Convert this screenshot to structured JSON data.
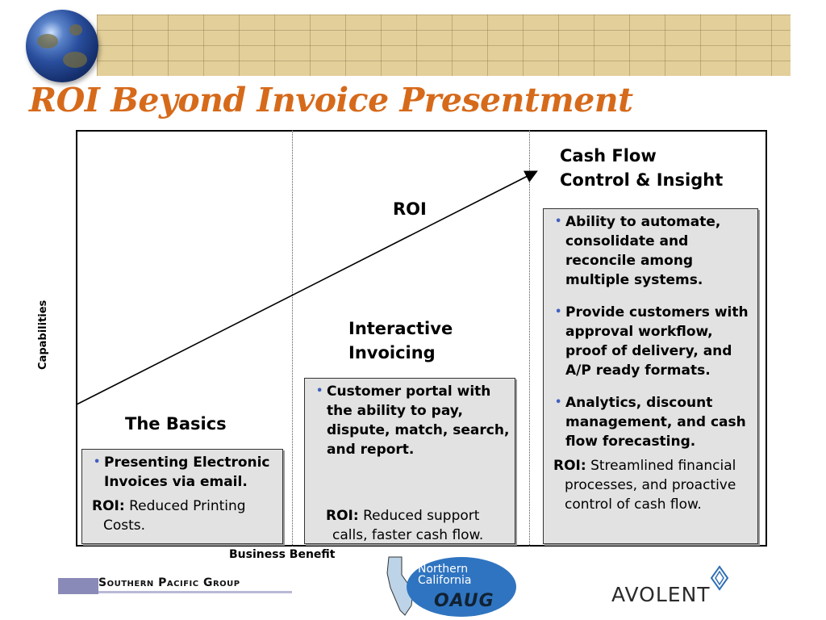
{
  "slide": {
    "title": "ROI Beyond Invoice Presentment"
  },
  "diagram": {
    "arrow_label": "ROI",
    "axis_y": "Capabilities",
    "axis_x": "Business Benefit",
    "stages": [
      {
        "heading": "The Basics",
        "bullets": [
          "Presenting Electronic Invoices via email."
        ],
        "roi_label": "ROI:",
        "roi_text": " Reduced Printing Costs."
      },
      {
        "heading_line1": "Interactive",
        "heading_line2": "Invoicing",
        "bullets": [
          "Customer portal with the ability to pay, dispute, match, search, and report."
        ],
        "roi_label": "ROI:",
        "roi_text": " Reduced support calls, faster cash flow."
      },
      {
        "heading_line1": "Cash Flow",
        "heading_line2": "Control & Insight",
        "bullets": [
          "Ability to automate, consolidate and reconcile among multiple systems.",
          "Provide customers with approval workflow, proof of delivery, and A/P ready formats.",
          "Analytics, discount management, and cash flow forecasting."
        ],
        "roi_label": "ROI:",
        "roi_text": " Streamlined financial processes, and proactive control of cash flow."
      }
    ]
  },
  "footer": {
    "logo_left": "Southern Pacific Group",
    "logo_center_line1": "Northern",
    "logo_center_line2": "California",
    "logo_center_big": "OAUG",
    "logo_right": "AVOLENT"
  },
  "colors": {
    "title": "#d66a1b",
    "banner": "#e3cf99",
    "box_fill": "#e2e2e2"
  }
}
